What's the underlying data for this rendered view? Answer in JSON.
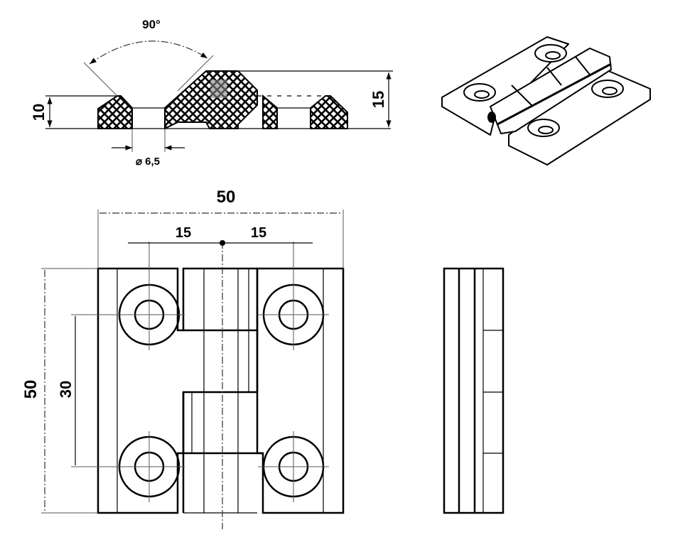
{
  "section_view": {
    "angle_label": "90°",
    "height_small_label": "10",
    "height_large_label": "15",
    "hole_diameter_label": "⌀ 6,5"
  },
  "front_view": {
    "width_label": "50",
    "offset_left_label": "15",
    "offset_right_label": "15",
    "height_label": "50",
    "hole_spacing_label": "30"
  }
}
